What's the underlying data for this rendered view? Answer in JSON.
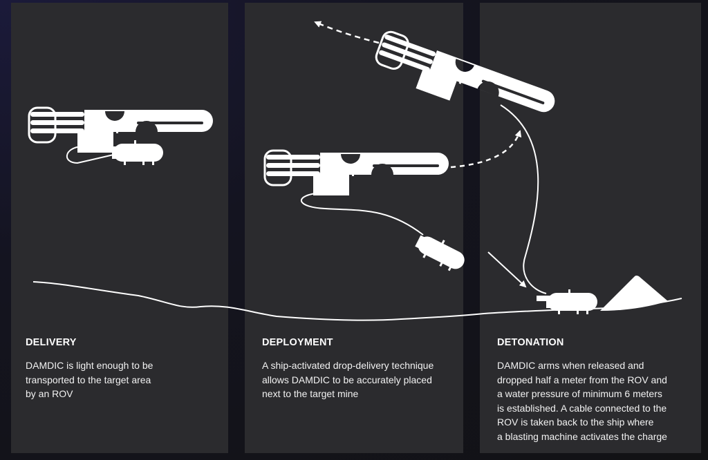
{
  "panels": [
    {
      "heading": "DELIVERY",
      "lines": [
        "DAMDIC is light enough to be",
        "transported to the target area",
        "by an ROV"
      ]
    },
    {
      "heading": "DEPLOYMENT",
      "lines": [
        "A ship-activated drop-delivery technique",
        "allows DAMDIC to be accurately placed",
        "next to the target mine"
      ]
    },
    {
      "heading": "DETONATION",
      "lines": [
        "DAMDIC arms when released and",
        "dropped half a meter from the ROV and",
        "a water pressure of minimum 6 meters",
        "is established. A cable connected to the",
        "ROV is taken back to the ship where",
        "a blasting machine activates the charge"
      ]
    }
  ],
  "colors": {
    "panel": "#2b2b2e",
    "background": "#131316",
    "foreground": "#ffffff"
  }
}
